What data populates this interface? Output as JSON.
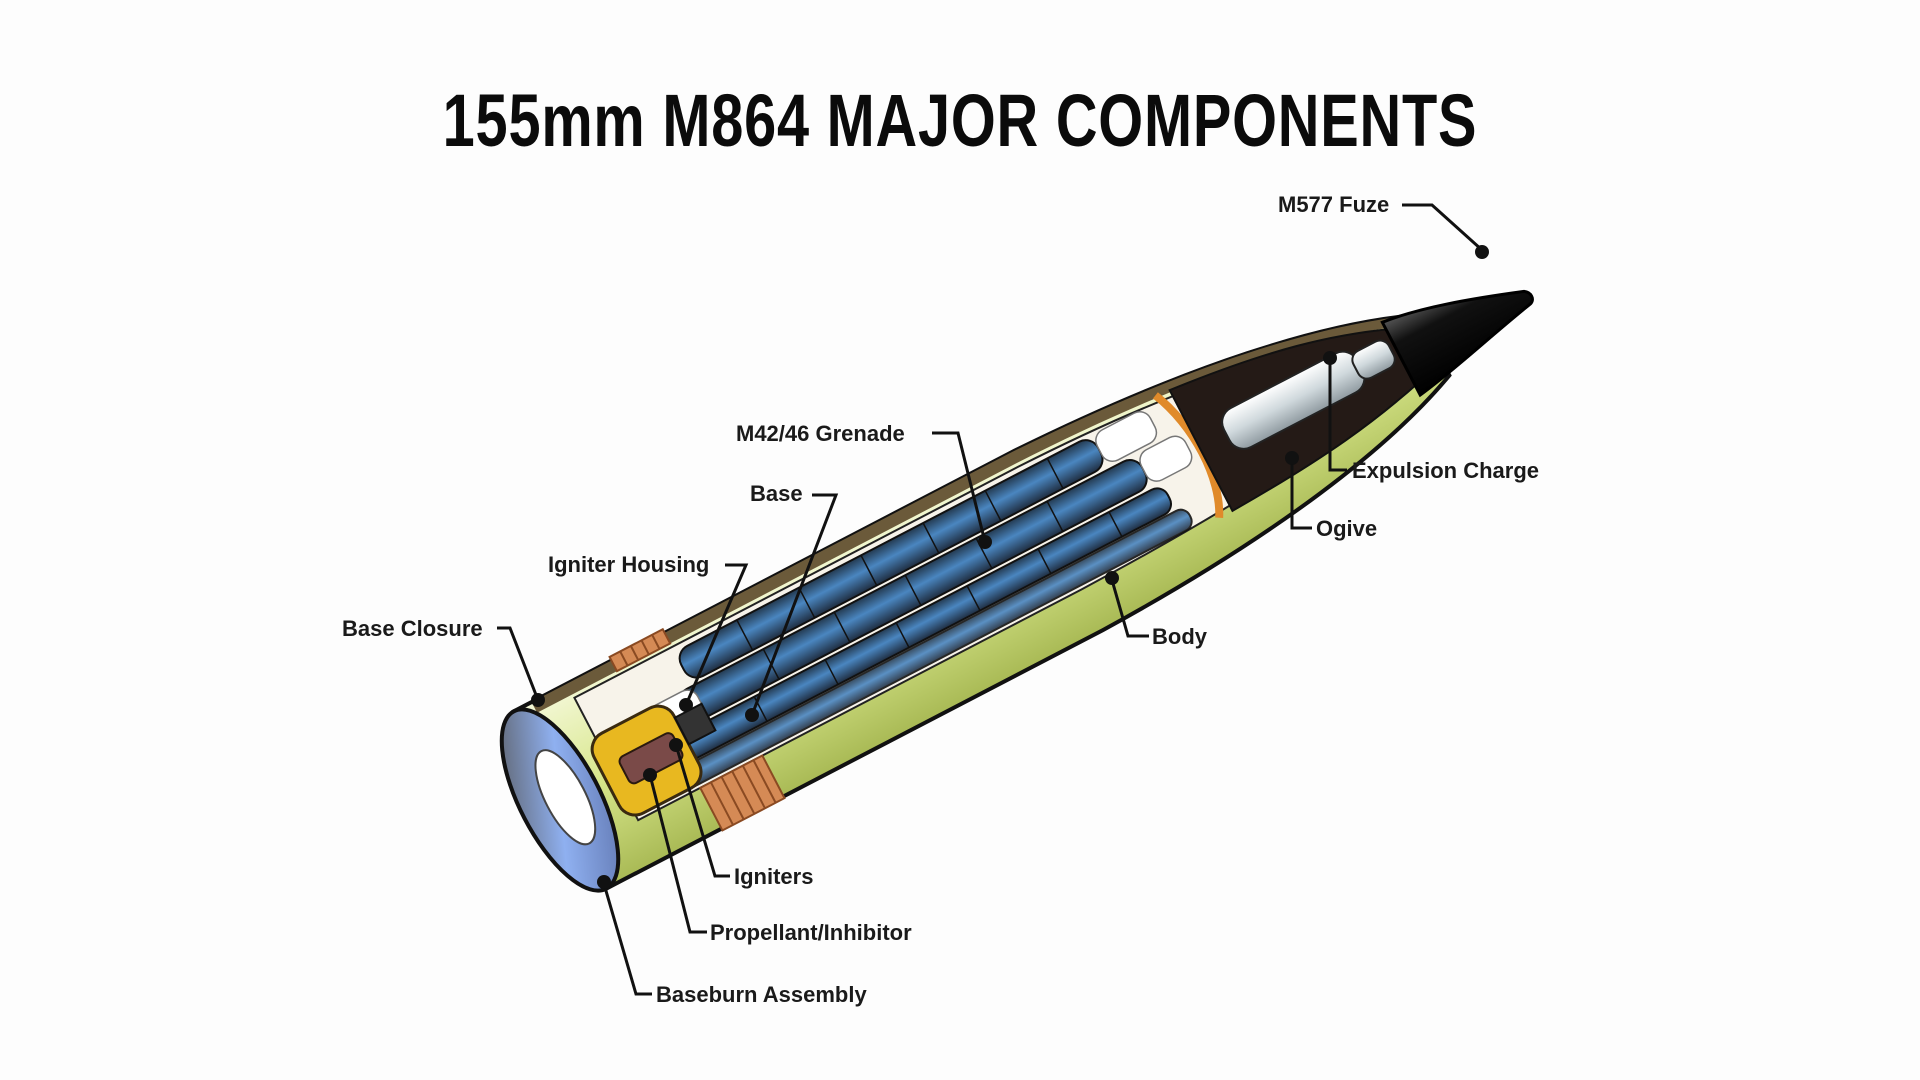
{
  "title": "155mm M864 MAJOR COMPONENTS",
  "components": [
    {
      "id": "m577-fuze",
      "label": "M577 Fuze"
    },
    {
      "id": "expulsion-charge",
      "label": "Expulsion Charge"
    },
    {
      "id": "ogive",
      "label": "Ogive"
    },
    {
      "id": "m42-46-grenade",
      "label": "M42/46 Grenade"
    },
    {
      "id": "base",
      "label": "Base"
    },
    {
      "id": "igniter-housing",
      "label": "Igniter Housing"
    },
    {
      "id": "body",
      "label": "Body"
    },
    {
      "id": "base-closure",
      "label": "Base Closure"
    },
    {
      "id": "igniters",
      "label": "Igniters"
    },
    {
      "id": "propellant-inhibitor",
      "label": "Propellant/Inhibitor"
    },
    {
      "id": "baseburn-assembly",
      "label": "Baseburn Assembly"
    }
  ],
  "colors": {
    "background": "#fdfdfd",
    "body_green": "#d6e58a",
    "shell_brown": "#6b5a3a",
    "grenade_blue": "#3c6c9e",
    "fuze_black": "#141414",
    "propellant_yellow": "#e8b820",
    "copper_band": "#c9774a",
    "base_blue": "#7b9fe0"
  }
}
